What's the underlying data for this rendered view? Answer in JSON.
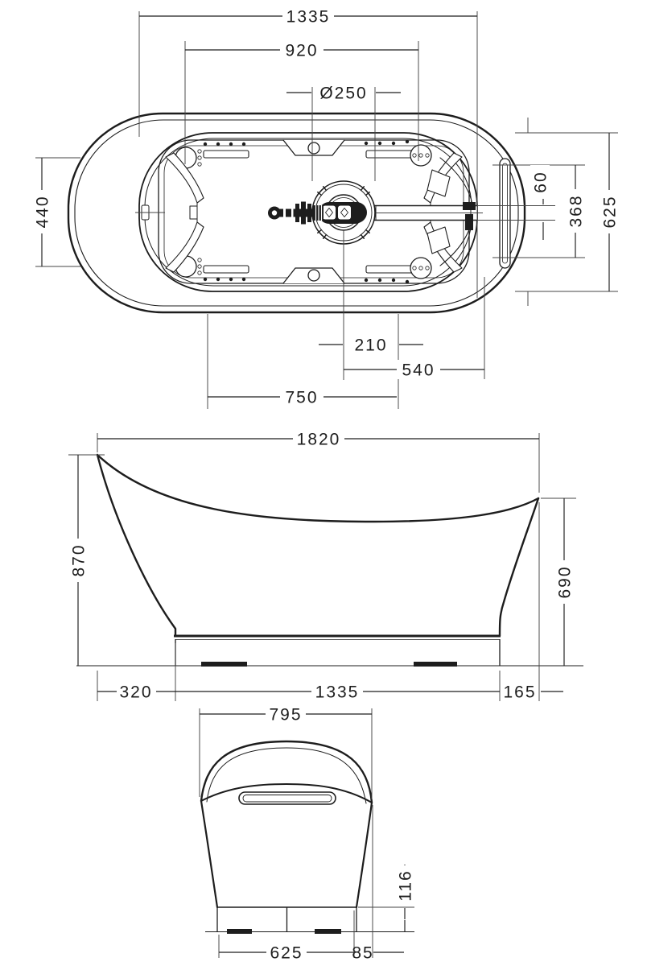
{
  "drawing": {
    "colors": {
      "line": "#1d1d1d",
      "hatch": "#b7b7b7",
      "background": "#ffffff"
    },
    "views": {
      "top": {
        "dims": {
          "overall_length": "1335",
          "inner_length": "920",
          "drain_diameter": "Ø250",
          "frame_width": "440",
          "outlet_width": "60",
          "outlet_offset": "368",
          "rim_width": "625",
          "drain_offset": "210",
          "drain_to_end": "540",
          "floor_length": "750"
        }
      },
      "side": {
        "dims": {
          "overall_length": "1820",
          "height_head": "870",
          "height_foot": "690",
          "overhang_head": "320",
          "base_length": "1335",
          "overhang_foot": "165"
        }
      },
      "end": {
        "dims": {
          "overall_width": "795",
          "plinth_height": "116",
          "base_width": "625",
          "overhang": "85"
        }
      }
    }
  }
}
